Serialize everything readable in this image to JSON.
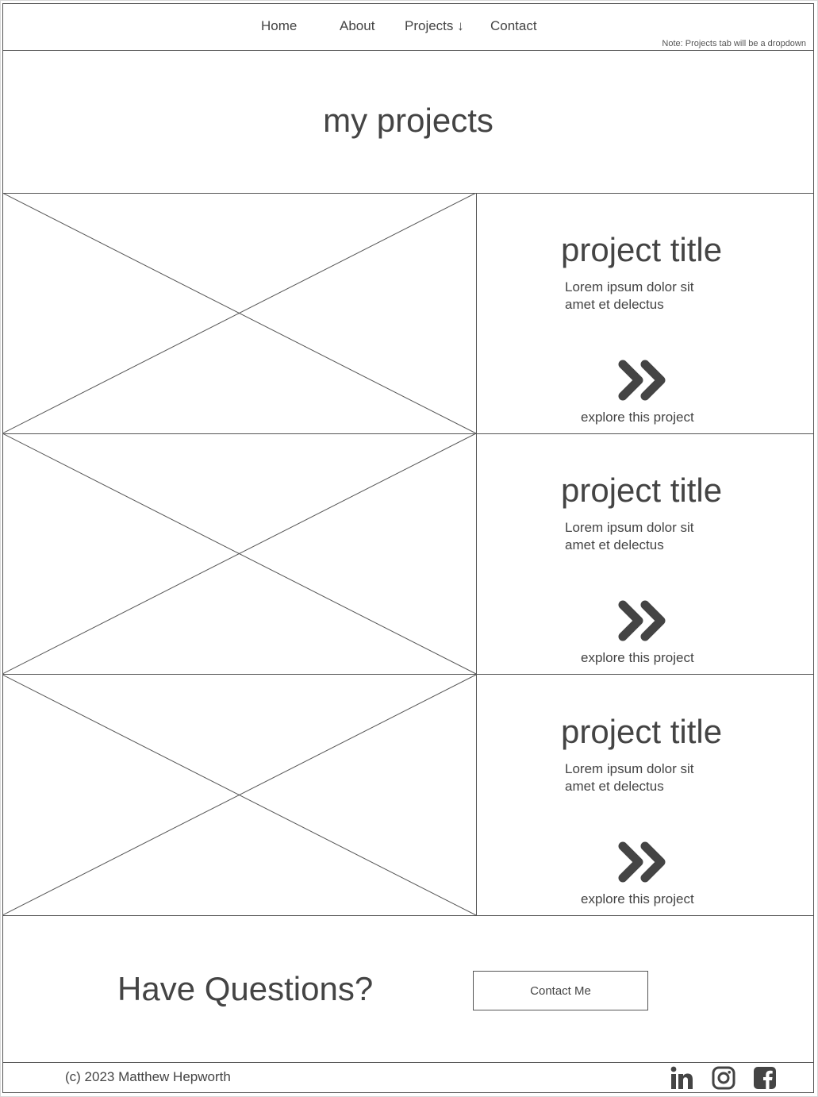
{
  "nav": {
    "items": [
      {
        "label": "Home"
      },
      {
        "label": "About"
      },
      {
        "label": "Projects ↓"
      },
      {
        "label": "Contact"
      }
    ],
    "note": "Note: Projects tab will be a dropdown"
  },
  "hero": {
    "title": "my projects"
  },
  "projects": [
    {
      "title": "project title",
      "description": "Lorem ipsum dolor sit amet et delectus",
      "link_label": "explore this project",
      "arrow_icon": "double-chevron-right-icon"
    },
    {
      "title": "project title",
      "description": "Lorem ipsum dolor sit amet et delectus",
      "link_label": "explore this project",
      "arrow_icon": "double-chevron-right-icon"
    },
    {
      "title": "project title",
      "description": "Lorem ipsum dolor sit amet et delectus",
      "link_label": "explore this project",
      "arrow_icon": "double-chevron-right-icon"
    }
  ],
  "cta": {
    "heading": "Have Questions?",
    "button_label": "Contact Me"
  },
  "footer": {
    "copyright": "(c) 2023 Matthew Hepworth",
    "social_icons": [
      "linkedin-icon",
      "instagram-icon",
      "facebook-icon"
    ]
  },
  "colors": {
    "text": "#444444",
    "border": "#555555",
    "background": "#ffffff"
  }
}
